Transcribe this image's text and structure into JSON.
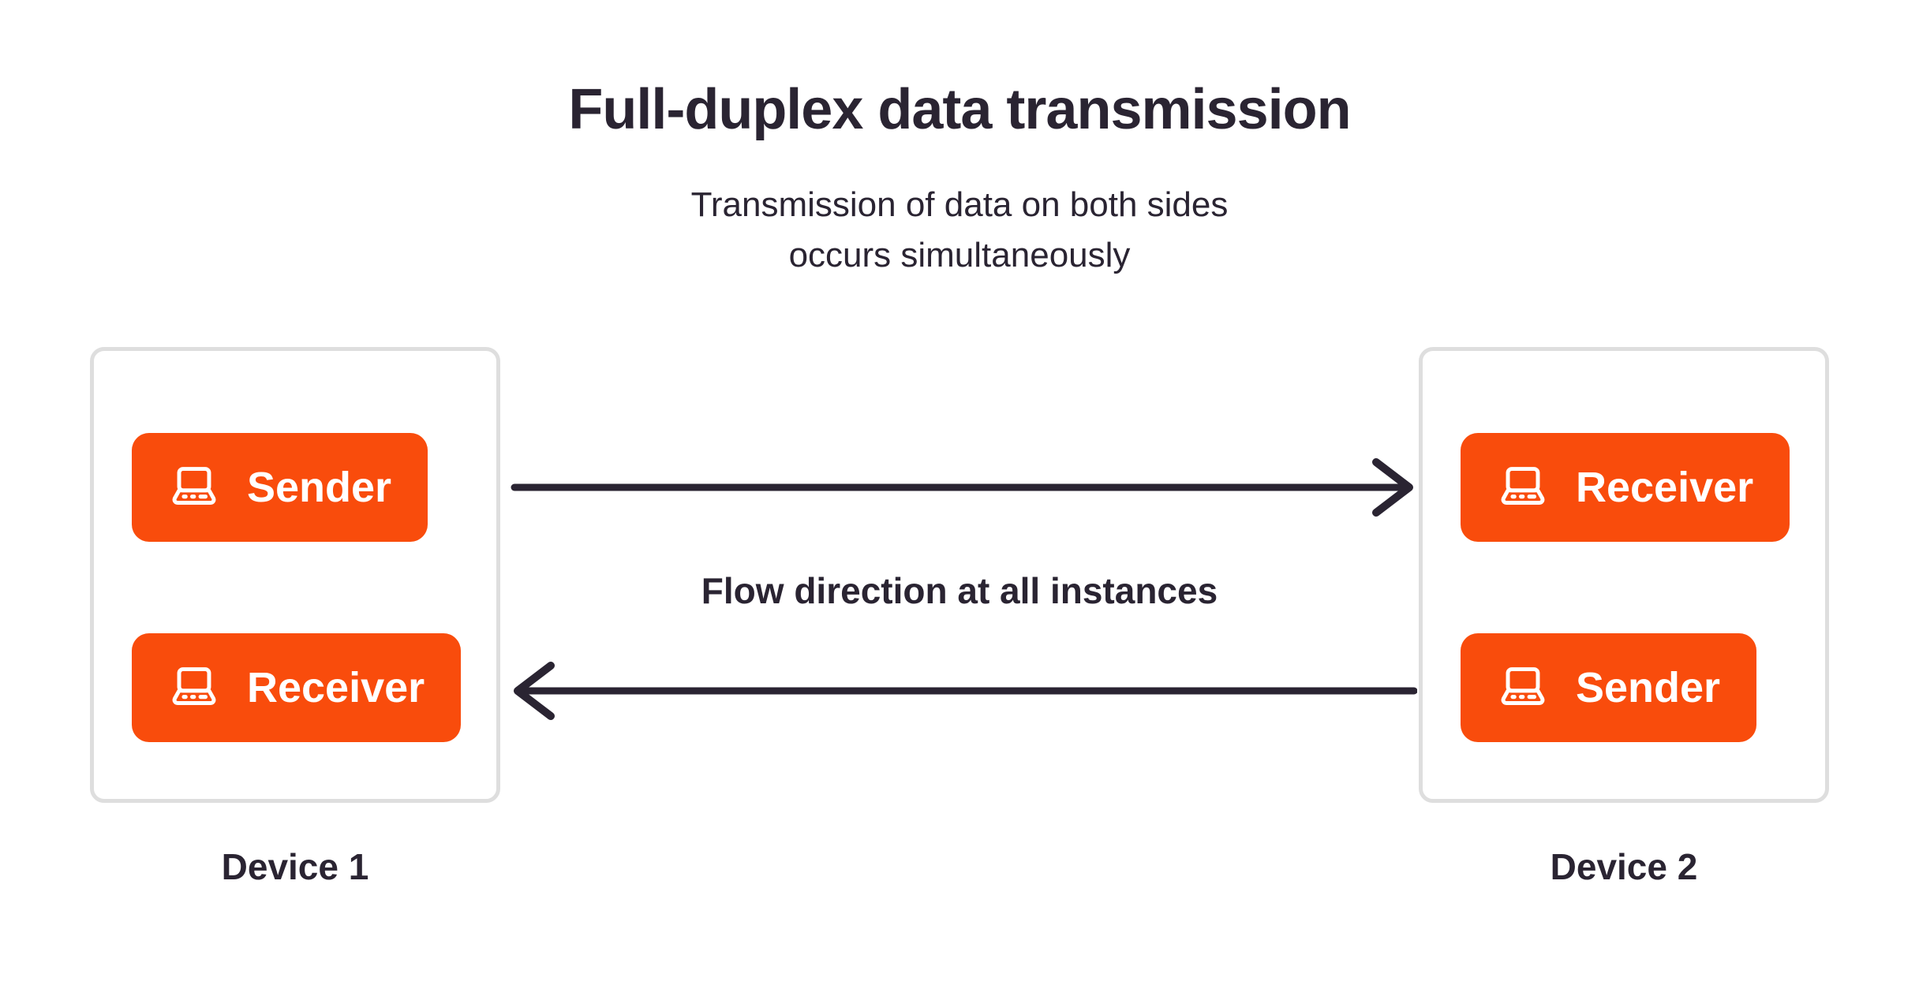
{
  "title": "Full-duplex data transmission",
  "subtitle": {
    "line1": "Transmission of data on both sides",
    "line2": "occurs simultaneously"
  },
  "flow_label": "Flow direction at all instances",
  "devices": [
    {
      "label": "Device 1",
      "chips": [
        {
          "label": "Sender",
          "icon": "laptop-icon"
        },
        {
          "label": "Receiver",
          "icon": "laptop-icon"
        }
      ]
    },
    {
      "label": "Device 2",
      "chips": [
        {
          "label": "Receiver",
          "icon": "laptop-icon"
        },
        {
          "label": "Sender",
          "icon": "laptop-icon"
        }
      ]
    }
  ],
  "arrows": [
    {
      "name": "top-arrow",
      "direction": "right",
      "from": "Device 1 Sender",
      "to": "Device 2 Receiver"
    },
    {
      "name": "bottom-arrow",
      "direction": "left",
      "from": "Device 2 Sender",
      "to": "Device 1 Receiver"
    }
  ],
  "colors": {
    "accent": "#F94C0C",
    "ink": "#2A2432",
    "box_border": "#DEDEDE",
    "chip_text": "#FFFFFF",
    "background": "#FFFFFF"
  }
}
